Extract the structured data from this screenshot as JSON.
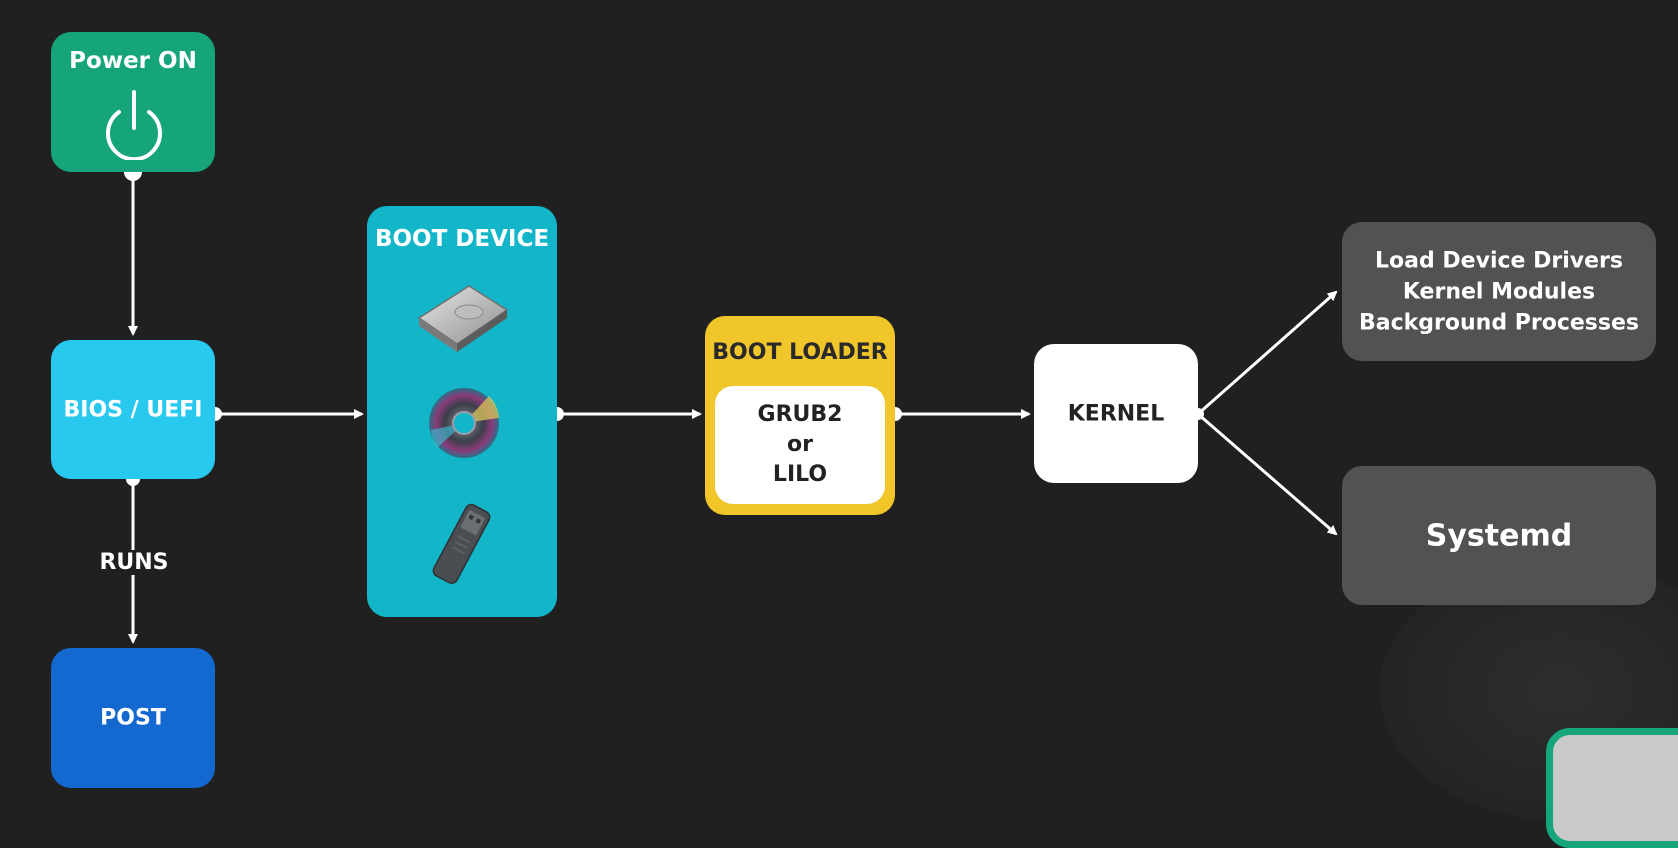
{
  "nodes": {
    "power": {
      "label": "Power ON",
      "icon": "power-icon"
    },
    "bios": {
      "label": "BIOS / UEFI"
    },
    "post": {
      "label": "POST"
    },
    "boot_device": {
      "label": "BOOT DEVICE",
      "icons": [
        "hard-drive-icon",
        "cd-disc-icon",
        "usb-drive-icon"
      ]
    },
    "boot_loader": {
      "label": "BOOT LOADER",
      "lines": [
        "GRUB2",
        "or",
        "LILO"
      ]
    },
    "kernel": {
      "label": "KERNEL"
    },
    "drivers": {
      "lines": [
        "Load Device Drivers",
        "Kernel Modules",
        "Background Processes"
      ]
    },
    "systemd": {
      "label": "Systemd"
    }
  },
  "edges": [
    {
      "from": "power",
      "to": "bios",
      "label": ""
    },
    {
      "from": "bios",
      "to": "post",
      "label": "RUNS"
    },
    {
      "from": "bios",
      "to": "boot_device",
      "label": ""
    },
    {
      "from": "boot_device",
      "to": "boot_loader",
      "label": ""
    },
    {
      "from": "boot_loader",
      "to": "kernel",
      "label": ""
    },
    {
      "from": "kernel",
      "to": "drivers",
      "label": ""
    },
    {
      "from": "kernel",
      "to": "systemd",
      "label": ""
    }
  ],
  "colors": {
    "background": "#202020",
    "power": "#16a47a",
    "bios": "#29c8ef",
    "post": "#1469d1",
    "boot_device": "#13b5c9",
    "boot_loader": "#f1c62a",
    "kernel": "#ffffff",
    "outputs": "#525252",
    "connector": "#ffffff"
  }
}
